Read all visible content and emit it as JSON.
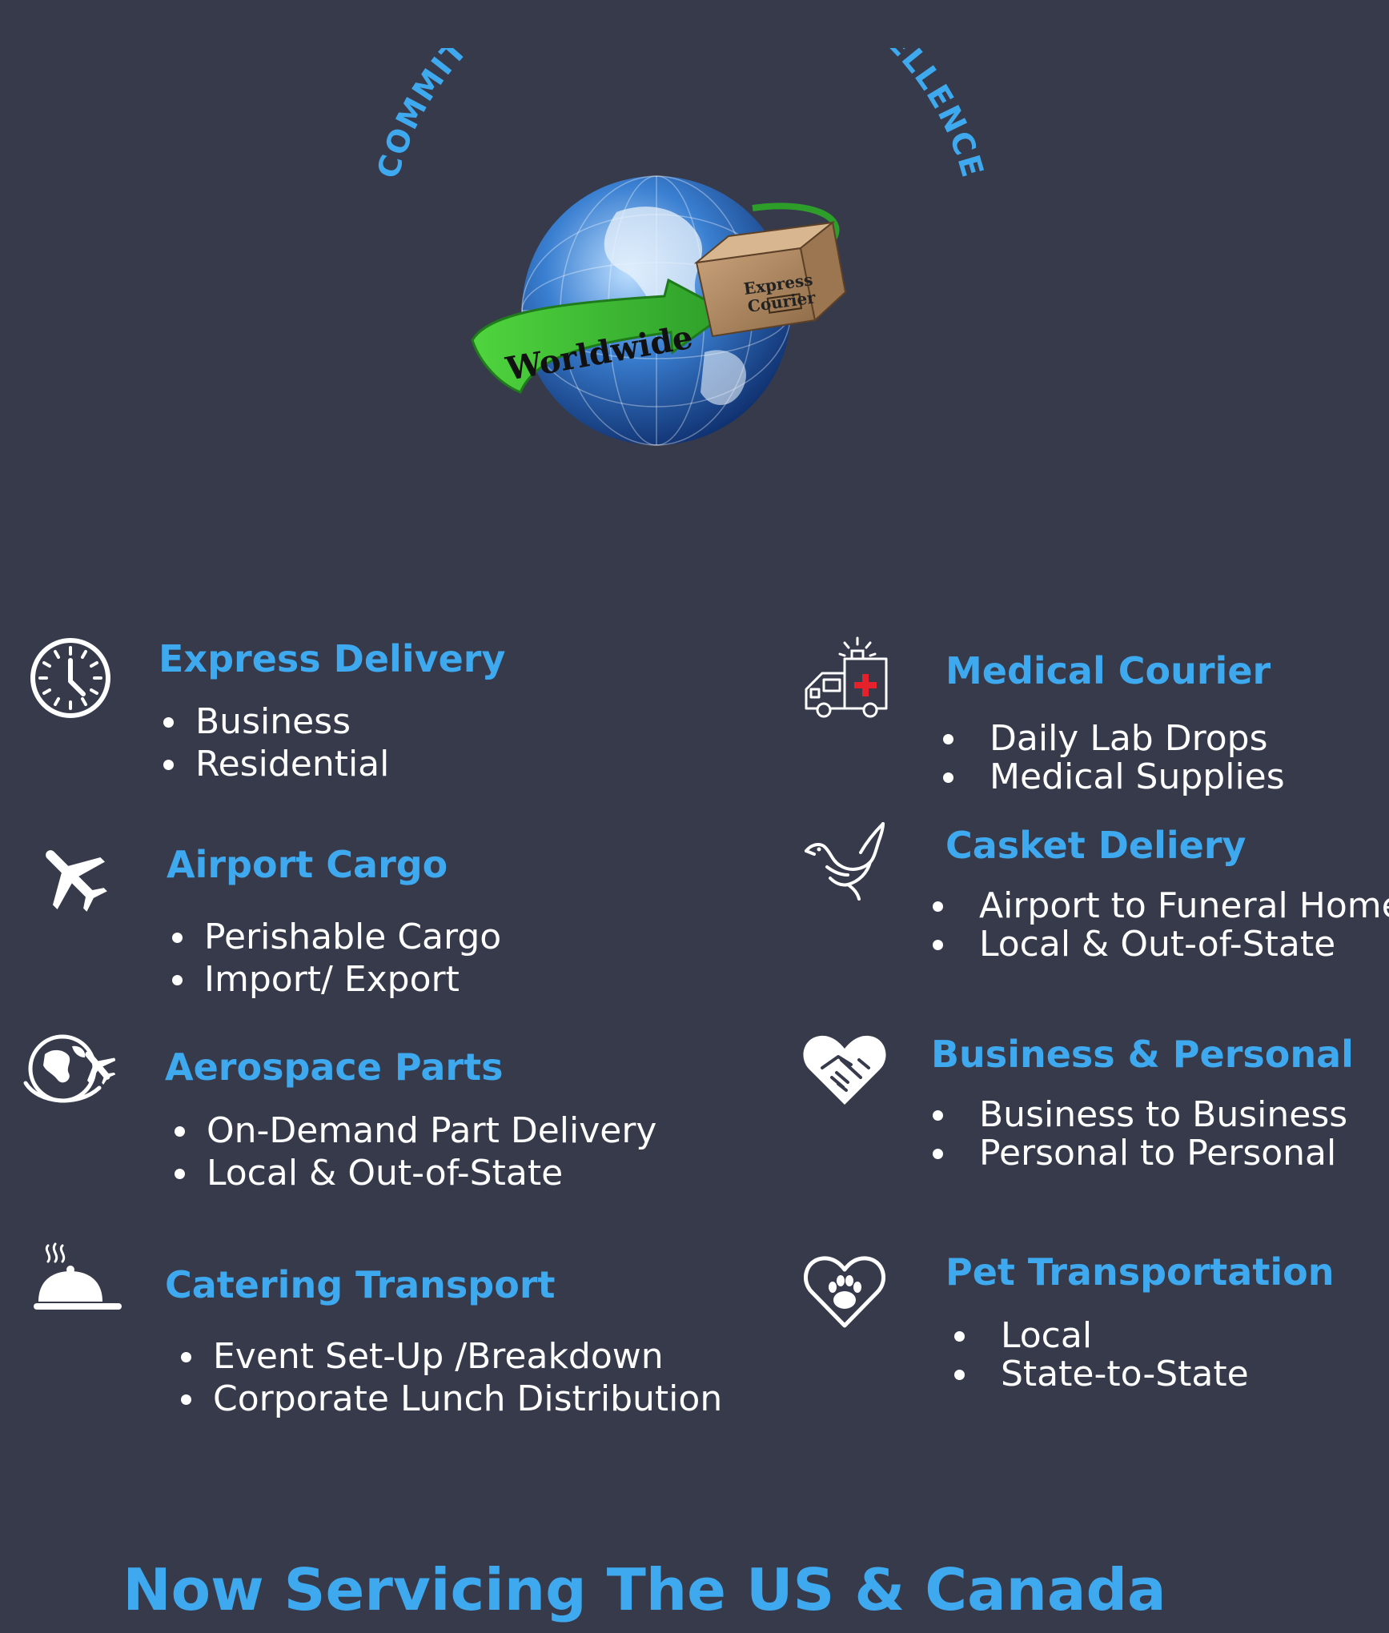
{
  "logo": {
    "arc_text": "COMMITTED TO WORLDWIDE EXCELLENCE",
    "arrow_text": "Worldwide",
    "box_line1": "Express",
    "box_line2": "Courier"
  },
  "services_left": [
    {
      "icon": "clock-icon",
      "title": "Express Delivery",
      "items": [
        "Business",
        "Residential"
      ]
    },
    {
      "icon": "airplane-icon",
      "title": "Airport Cargo",
      "items": [
        "Perishable Cargo",
        "Import/ Export"
      ]
    },
    {
      "icon": "globe-plane-icon",
      "title": "Aerospace Parts",
      "items": [
        "On-Demand Part Delivery",
        "Local & Out-of-State"
      ]
    },
    {
      "icon": "food-cloche-icon",
      "title": "Catering Transport",
      "items": [
        "Event Set-Up /Breakdown",
        "Corporate Lunch Distribution"
      ]
    }
  ],
  "services_right": [
    {
      "icon": "ambulance-icon",
      "title": "Medical Courier",
      "items": [
        "Daily Lab Drops",
        "Medical Supplies"
      ]
    },
    {
      "icon": "dove-icon",
      "title": "Casket Deliery",
      "items": [
        "Airport to Funeral Home",
        "Local & Out-of-State"
      ]
    },
    {
      "icon": "heart-handshake-icon",
      "title": "Business & Personal",
      "items": [
        "Business to Business",
        "Personal  to Personal"
      ]
    },
    {
      "icon": "heart-paw-icon",
      "title": "Pet Transportation",
      "items": [
        "Local",
        "State-to-State"
      ]
    }
  ],
  "footer": {
    "text": "Now Servicing The US & Canada"
  },
  "colors": {
    "background": "#363a4b",
    "accent": "#3fa9f0",
    "text": "#ffffff",
    "arrow": "#3fbf3a"
  }
}
